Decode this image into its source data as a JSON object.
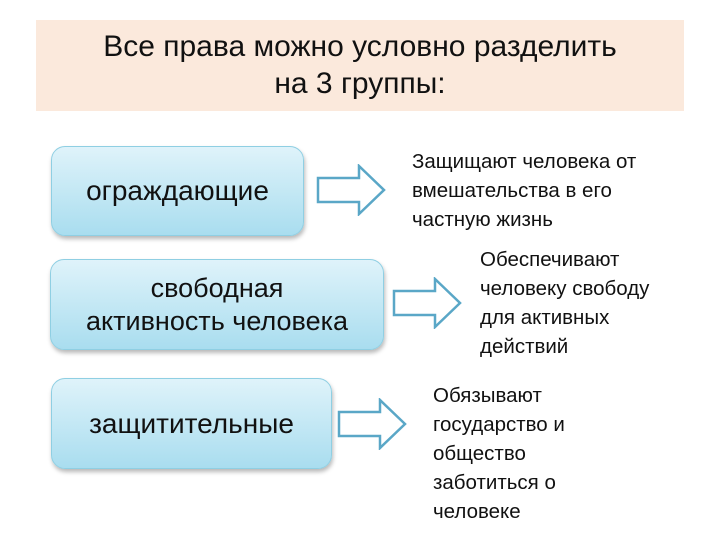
{
  "title": {
    "line1": "Все права можно условно разделить",
    "line2": "на 3 группы:"
  },
  "groups": [
    {
      "label": "ограждающие",
      "description": [
        "Защищают человека от",
        "вмешательства в его",
        "частную жизнь"
      ]
    },
    {
      "label_lines": [
        "свободная",
        "активность человека"
      ],
      "description": [
        "Обеспечивают",
        "человеку свободу",
        "для активных",
        "действий"
      ]
    },
    {
      "label": "защитительные",
      "description": [
        "Обязывают",
        "государство и",
        "общество",
        "заботиться о",
        "человеке"
      ]
    }
  ],
  "colors": {
    "title_band": "#fbe9dc",
    "box_top": "#dff3fa",
    "box_bottom": "#a9ddef",
    "arrow_stroke": "#5aa7c7"
  },
  "icons": {
    "connector": "right-arrow-icon"
  }
}
